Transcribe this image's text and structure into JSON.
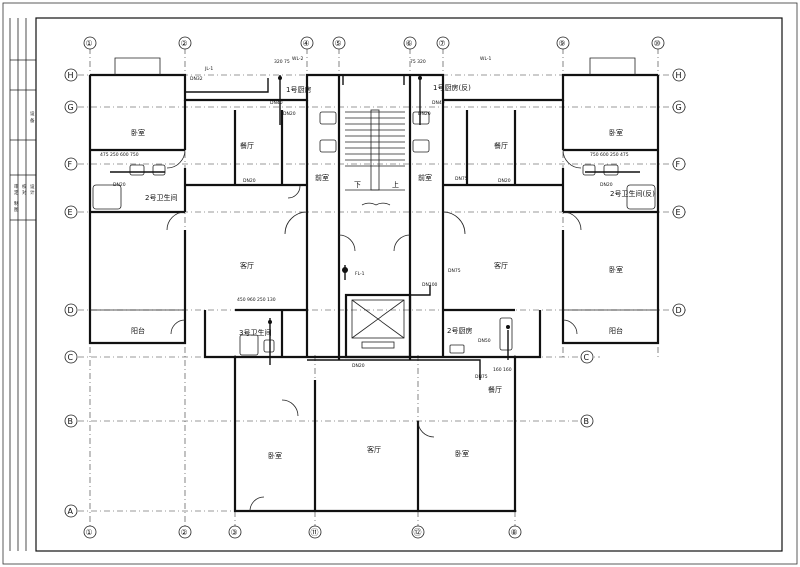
{
  "title_block": {
    "labels": [
      "设",
      "备",
      "审",
      "定",
      "校",
      "对",
      "设",
      "计",
      "制",
      "图"
    ]
  },
  "axes": {
    "top": [
      "①",
      "②",
      "④",
      "⑤",
      "⑥",
      "⑦",
      "⑨",
      "⑩"
    ],
    "bottom": [
      "①",
      "②",
      "③",
      "⑪",
      "⑫",
      "⑧"
    ],
    "left": [
      "H",
      "G",
      "F",
      "E",
      "D",
      "C",
      "B",
      "A"
    ],
    "right": [
      "H",
      "G",
      "F",
      "E",
      "D",
      "C",
      "B"
    ]
  },
  "rooms": {
    "bedroom_tl": "卧室",
    "dining_l": "餐厅",
    "bath2_l": "2号卫生间",
    "living_l": "客厅",
    "balcony_l": "阳台",
    "bath3": "3号卫生间",
    "kitchen1": "1号厨房",
    "stair_lobby_l": "前室",
    "stair_down": "下",
    "stair_up": "上",
    "stair_lobby_r": "前室",
    "kitchen1_mirror": "1号厨房(反)",
    "dining_r": "餐厅",
    "bedroom_tr": "卧室",
    "bath2_r": "2号卫生间(反)",
    "living_r": "客厅",
    "bedroom_r": "卧室",
    "balcony_r": "阳台",
    "kitchen2": "2号厨房",
    "dining_c": "餐厅",
    "bedroom_bl": "卧室",
    "living_b": "客厅",
    "bedroom_bc": "卧室"
  },
  "pipe_labels": {
    "jl_tl": "JL-1",
    "dn_tl": "DN32",
    "dn20_a": "DN20",
    "dn20_b": "DN20",
    "dn20_c": "DN20",
    "dn20_d": "DN20",
    "dn20_e": "DN20",
    "dn20_f": "DN20",
    "dn75_a": "DN75",
    "dn75_b": "DN75",
    "dn75_c": "DN75",
    "dn40_a": "DN40",
    "dn40_b": "DN40",
    "dn50": "DN50",
    "dn100": "DN100",
    "wl_a": "WL-1",
    "wl_b": "WL-2",
    "wl_c": "FL-1",
    "dn20_main": "DN20"
  },
  "dimensions": {
    "d_tl": "475  250  600  750",
    "d_tr": "750  600  250  475",
    "d_b3": "450  960  250  130",
    "d_k1": "320  75",
    "d_k1r": "75  320",
    "d_k2": "160 160"
  }
}
